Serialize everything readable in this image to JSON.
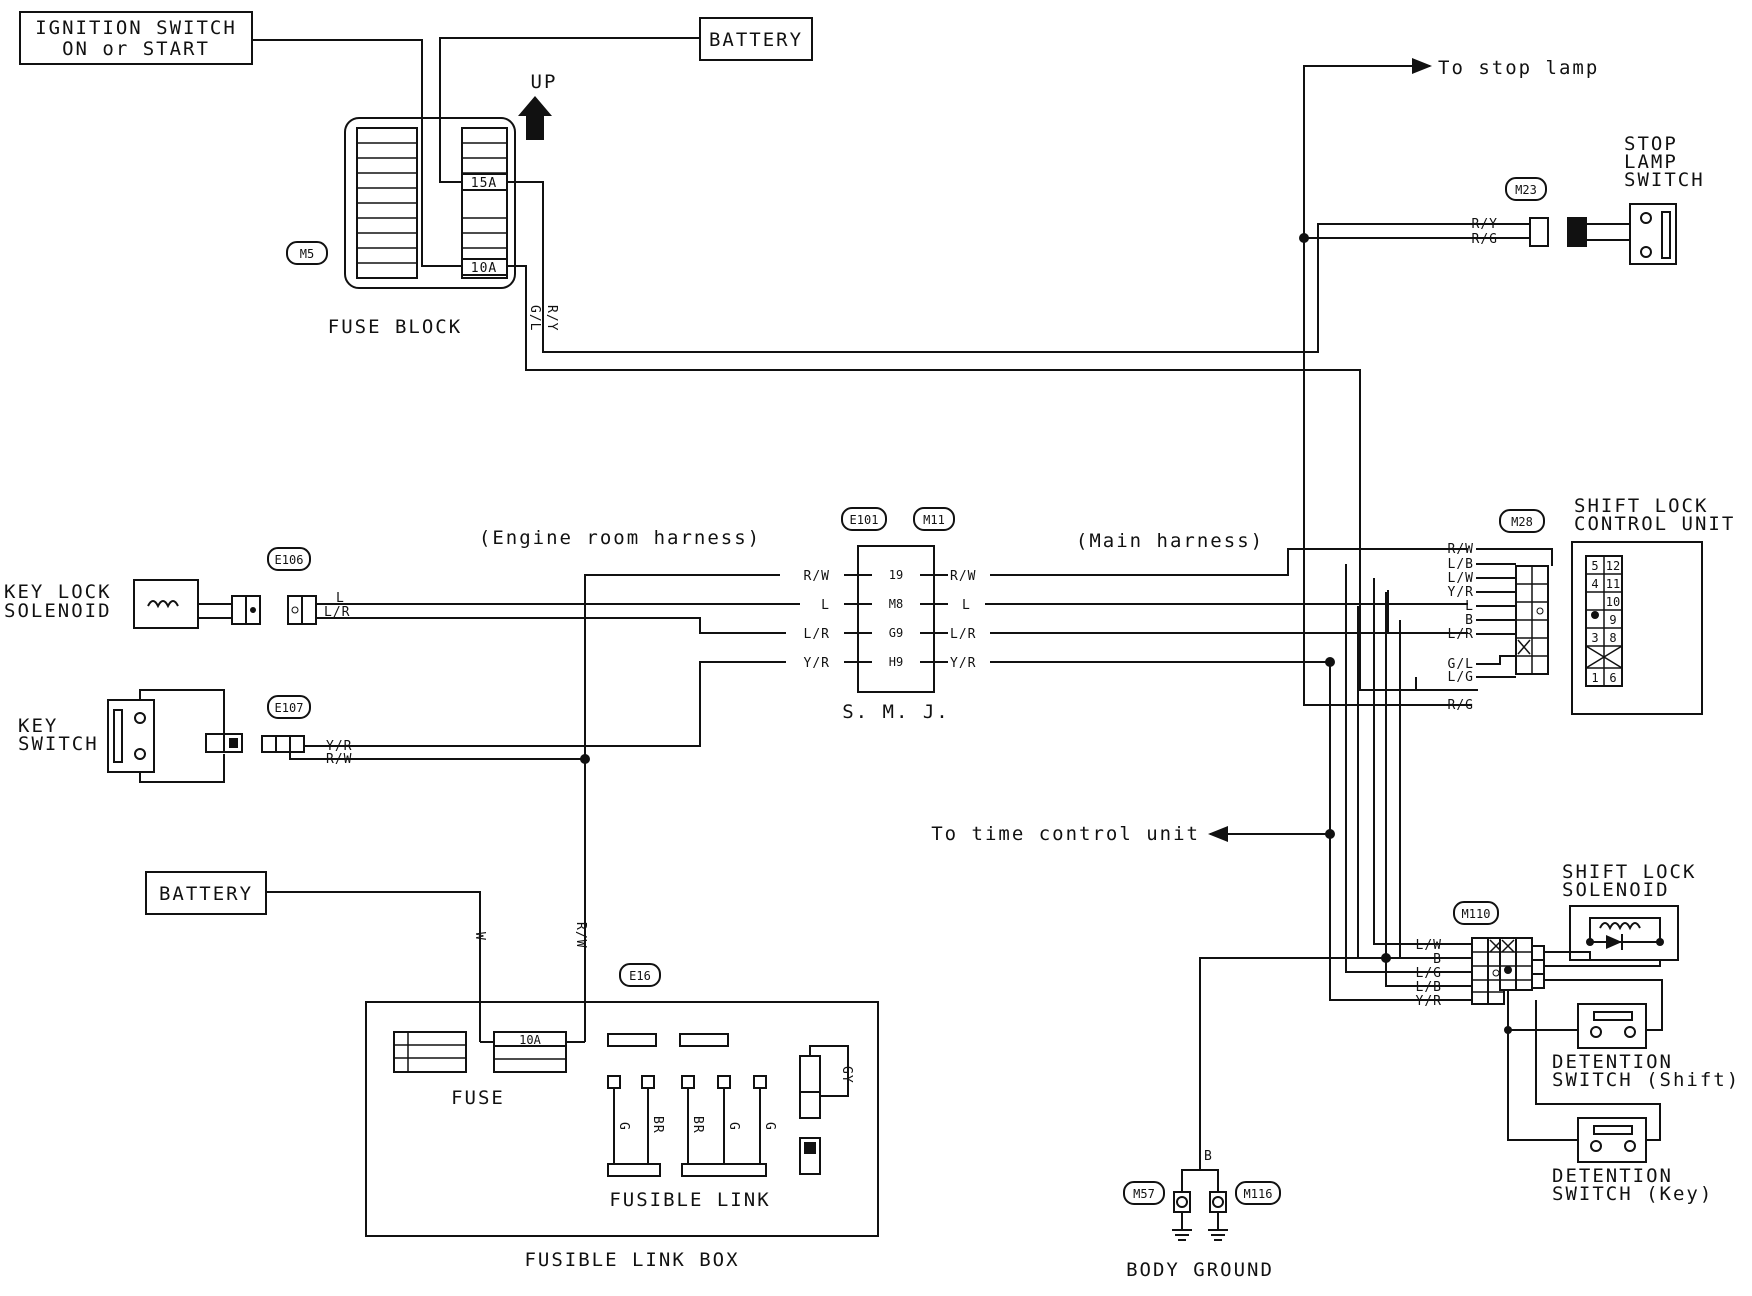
{
  "labels": {
    "ignition_switch": [
      "IGNITION SWITCH",
      "ON or START"
    ],
    "battery_top": "BATTERY",
    "up": "UP",
    "fuse_block": "FUSE BLOCK",
    "fuse_15a": "15A",
    "fuse_10a": "10A",
    "to_stop_lamp": "To stop lamp",
    "stop_lamp_switch": [
      "STOP",
      "LAMP",
      "SWITCH"
    ],
    "engine_room_harness": "(Engine room harness)",
    "main_harness": "(Main harness)",
    "smj": "S. M. J.",
    "shift_lock_control_unit": [
      "SHIFT LOCK",
      "CONTROL UNIT"
    ],
    "key_lock_solenoid": [
      "KEY LOCK",
      "SOLENOID"
    ],
    "key_switch": [
      "KEY",
      "SWITCH"
    ],
    "to_time_control_unit": "To time control unit",
    "battery_bottom": "BATTERY",
    "fuse": "FUSE",
    "fuse_box_10a": "10A",
    "fusible_link": "FUSIBLE LINK",
    "fusible_link_box": "FUSIBLE LINK BOX",
    "shift_lock_solenoid": [
      "SHIFT LOCK",
      "SOLENOID"
    ],
    "detention_switch_shift": [
      "DETENTION",
      "SWITCH (Shift)"
    ],
    "detention_switch_key": [
      "DETENTION",
      "SWITCH (Key)"
    ],
    "body_ground": "BODY GROUND"
  },
  "connectors": {
    "m5": "M5",
    "m23": "M23",
    "e101": "E101",
    "m11": "M11",
    "m28": "M28",
    "e106": "E106",
    "e107": "E107",
    "e16": "E16",
    "m110": "M110",
    "m57": "M57",
    "m116": "M116"
  },
  "smj": {
    "left_wires": [
      "R/W",
      "L",
      "L/R",
      "Y/R"
    ],
    "pins": [
      "19",
      "M8",
      "G9",
      "H9"
    ],
    "right_wires": [
      "R/W",
      "L",
      "L/R",
      "Y/R"
    ]
  },
  "wires": {
    "fuse_r_y": "R/Y",
    "fuse_g_l": "G/L",
    "stop_r_y": "R/Y",
    "stop_r_g": "R/G",
    "m28": [
      "R/W",
      "L/B",
      "L/W",
      "Y/R",
      "L",
      "B",
      "L/R",
      "G/L",
      "L/G",
      "R/G"
    ],
    "e106": [
      "L",
      "L/R"
    ],
    "e107": [
      "Y/R",
      "R/W"
    ],
    "battery_w": "W",
    "fuse_r_w": "R/W",
    "m110": [
      "L/W",
      "B",
      "L/G",
      "L/B",
      "Y/R"
    ],
    "ground_b": "B",
    "fusible_g1": "G",
    "fusible_br1": "BR",
    "fusible_br2": "BR",
    "fusible_g2": "G",
    "fusible_g3": "G",
    "fusible_gy": "GY"
  },
  "shift_lock_unit_pins": {
    "row1": [
      "5",
      "12"
    ],
    "row2": [
      "4",
      "11"
    ],
    "row3": [
      "",
      "10"
    ],
    "row4": [
      "",
      "9"
    ],
    "row5": [
      "3",
      "8"
    ],
    "row7": [
      "1",
      "6"
    ]
  }
}
